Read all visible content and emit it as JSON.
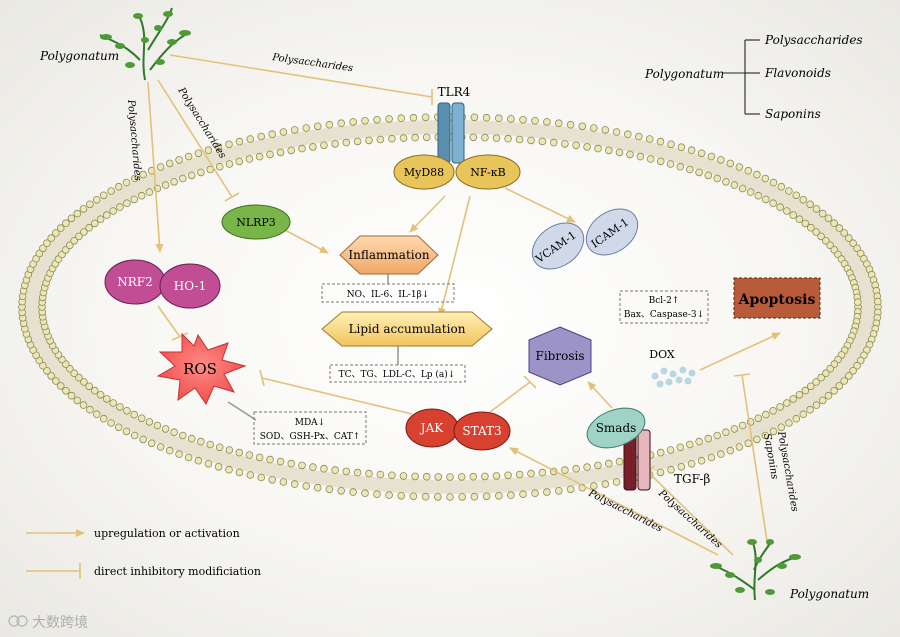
{
  "top_left_plant": {
    "label": "Polygonatum"
  },
  "bottom_right_plant": {
    "label": "Polygonatum"
  },
  "composition": {
    "root": "Polygonatum",
    "items": [
      "Polysaccharides",
      "Flavonoids",
      "Saponins"
    ]
  },
  "edge_labels": {
    "polysaccharides_to_tlr4": "Polysaccharides",
    "polysaccharides_left": "Polysaccharides",
    "polysaccharides_to_nlrp3": "Polysaccharides",
    "polysaccharides_to_jak": "Polysaccharides",
    "polysaccharides_to_smads": "Polysaccharides",
    "polysaccharides_to_apoptosis": "Polysaccharides",
    "saponins_to_apoptosis": "Saponins"
  },
  "nodes": {
    "tlr4": "TLR4",
    "myd88": "MyD88",
    "nfkb": "NF-κB",
    "nlrp3": "NLRP3",
    "inflammation": "Inflammation",
    "lipid": "Lipid accumulation",
    "vcam": "VCAM-1",
    "icam": "ICAM-1",
    "nrf2": "NRF2",
    "ho1": "HO-1",
    "ros": "ROS",
    "fibrosis": "Fibrosis",
    "apoptosis": "Apoptosis",
    "dox": "DOX",
    "jak": "JAK",
    "stat3": "STAT3",
    "smads": "Smads",
    "tgfb": "TGF-β"
  },
  "boxes": {
    "inflammation_markers": "NO、IL-6、IL-1β↓",
    "lipid_markers": "TC、TG、LDL-C、Lp (a)↓",
    "ros_markers_line1": "MDA↓",
    "ros_markers_line2": "SOD、GSH-Px、CAT↑",
    "apoptosis_markers_line1": "Bcl-2↑",
    "apoptosis_markers_line2": "Bax、Caspase-3↓"
  },
  "legend": {
    "activation": "upregulation or activation",
    "inhibition": "direct inhibitory modificiation"
  },
  "watermark": {
    "text": "大数跨境"
  },
  "colors": {
    "arrow": "#e2c27a",
    "ellipse_protein": "#c9443a",
    "nlrp3": "#79b649",
    "myd88": "#e7c55a",
    "hexagon": "#f3b77d",
    "vcam": "#cfd9ea",
    "fibrosis": "#9c93c7",
    "apoptosis_box": "#b85b3b",
    "smads": "#9fd3c5",
    "receptor_blue": "#5b8fb2",
    "receptor_dark": "#7a1f2a"
  }
}
